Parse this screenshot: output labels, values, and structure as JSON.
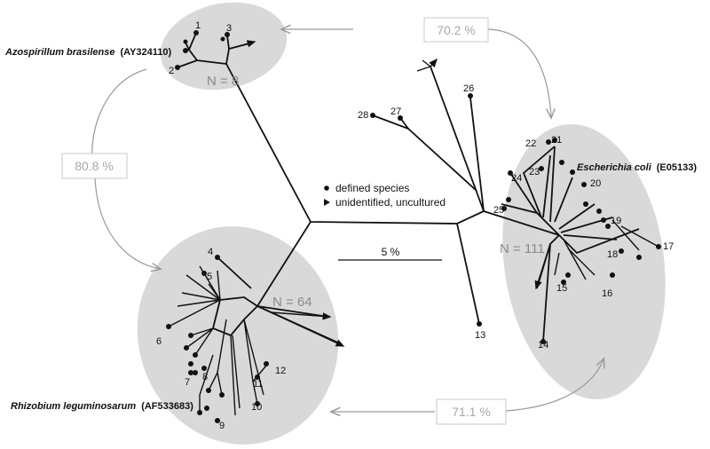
{
  "clusters": {
    "azospirillum": {
      "species": "Azospirillum brasilense",
      "accession": "(AY324110)",
      "n": "N = 8"
    },
    "ecoli": {
      "species": "Escherichia coli",
      "accession": "(E05133)",
      "n": "N = 111"
    },
    "rhizobium": {
      "species": "Rhizobium leguminosarum",
      "accession": "(AF533683)",
      "n": "N = 64"
    }
  },
  "similarities": {
    "azo_ecoli": "70.2 %",
    "azo_rhizo": "80.8 %",
    "rhizo_ecoli": "71.1 %"
  },
  "legend": {
    "defined": "defined species",
    "unidentified": "unidentified, uncultured"
  },
  "scale_bar": "5 %",
  "leaf_numbers": [
    "1",
    "2",
    "3",
    "4",
    "5",
    "6",
    "7",
    "8",
    "9",
    "10",
    "11",
    "12",
    "13",
    "14",
    "15",
    "16",
    "17",
    "18",
    "19",
    "20",
    "21",
    "22",
    "23",
    "24",
    "25",
    "26",
    "27",
    "28"
  ],
  "colors": {
    "cluster_fill": "#d9d9d9",
    "branch": "#111111",
    "arrow_gray": "#9a9a9a"
  }
}
